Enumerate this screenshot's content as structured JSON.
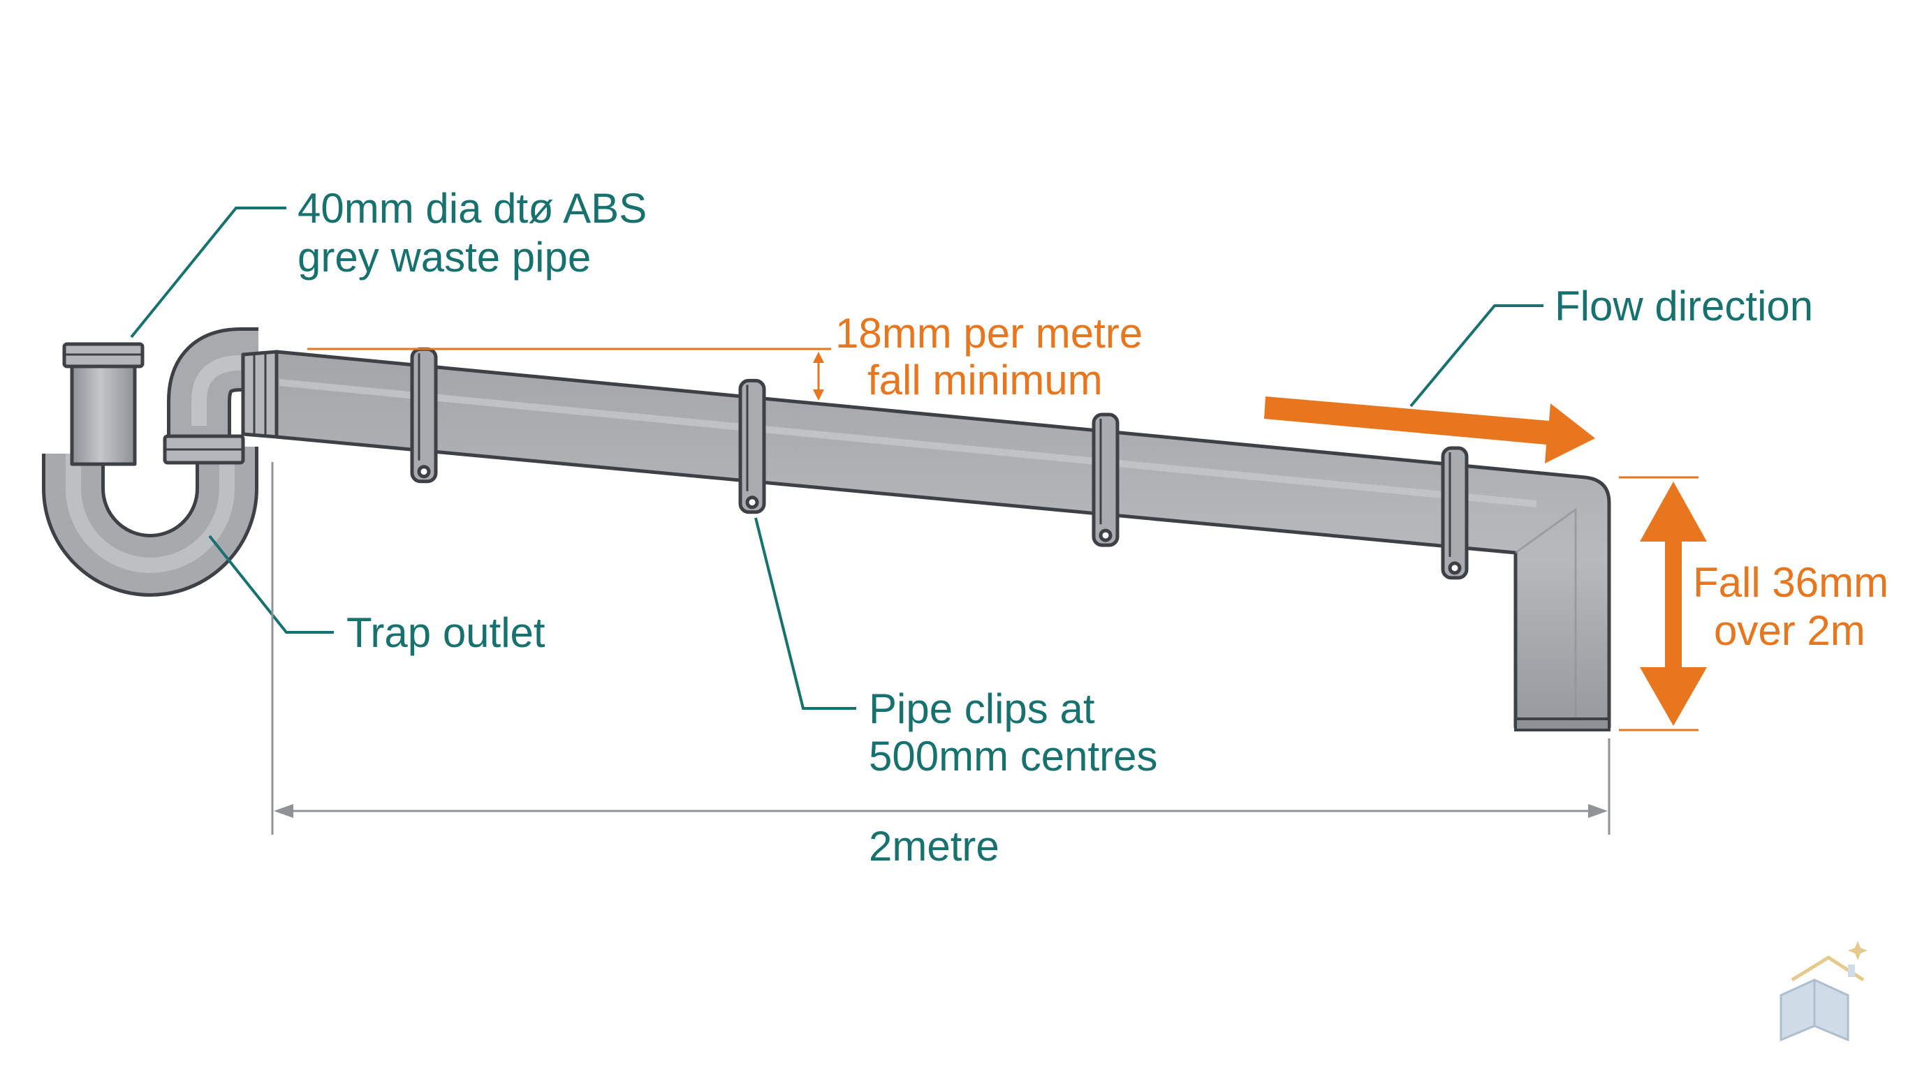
{
  "labels": {
    "pipe_spec": {
      "line1": "40mm dia dtø ABS",
      "line2": "grey waste pipe"
    },
    "gradient": {
      "line1": "18mm per metre",
      "line2": "fall minimum"
    },
    "flow": "Flow direction",
    "trap_outlet": "Trap outlet",
    "clips": {
      "line1": "Pipe clips at",
      "line2": "500mm centres"
    },
    "fall": {
      "line1": "Fall 36mm",
      "line2": "over 2m"
    },
    "length": "2metre"
  },
  "icons": [
    "house-book-logo-icon",
    "flow-arrow-icon",
    "double-arrow-icon"
  ],
  "colors": {
    "callout": "#17716f",
    "measurement": "#e8761e",
    "pipe_fill": "#a2a4a7",
    "pipe_outline": "#3d4146",
    "dimension_line": "#8f9398"
  }
}
